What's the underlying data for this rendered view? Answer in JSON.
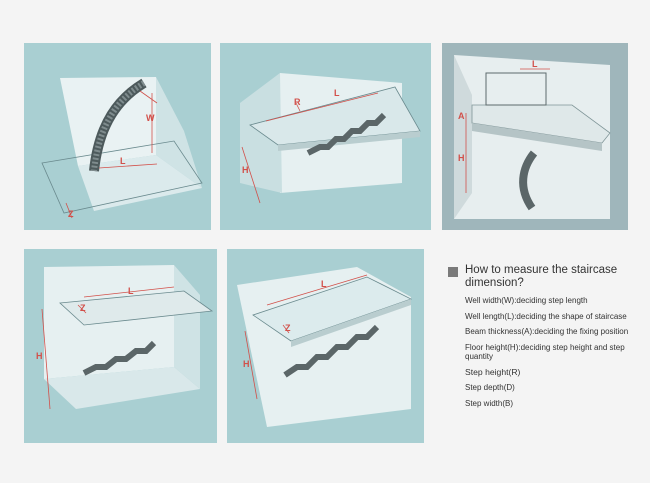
{
  "panels": [
    {
      "labels": [
        "W",
        "L",
        "Z"
      ]
    },
    {
      "labels": [
        "L",
        "R",
        "H"
      ]
    },
    {
      "labels": [
        "L",
        "A",
        "H"
      ]
    },
    {
      "labels": [
        "L",
        "Z",
        "H"
      ]
    },
    {
      "labels": [
        "L",
        "Z",
        "H"
      ]
    }
  ],
  "legend": {
    "title": "How to measure the staircase dimension?",
    "items": [
      "Well width(W):deciding step length",
      "Well length(L):deciding the shape of staircase",
      "Beam thickness(A):deciding the fixing position",
      "Floor height(H):deciding step height and step quantity",
      "Step height(R)",
      "Step depth(D)",
      "Step width(B)"
    ]
  },
  "colors": {
    "panel_bg": "#a9cfd2",
    "dimension": "#d2504a",
    "page_bg": "#f4f4f4"
  }
}
